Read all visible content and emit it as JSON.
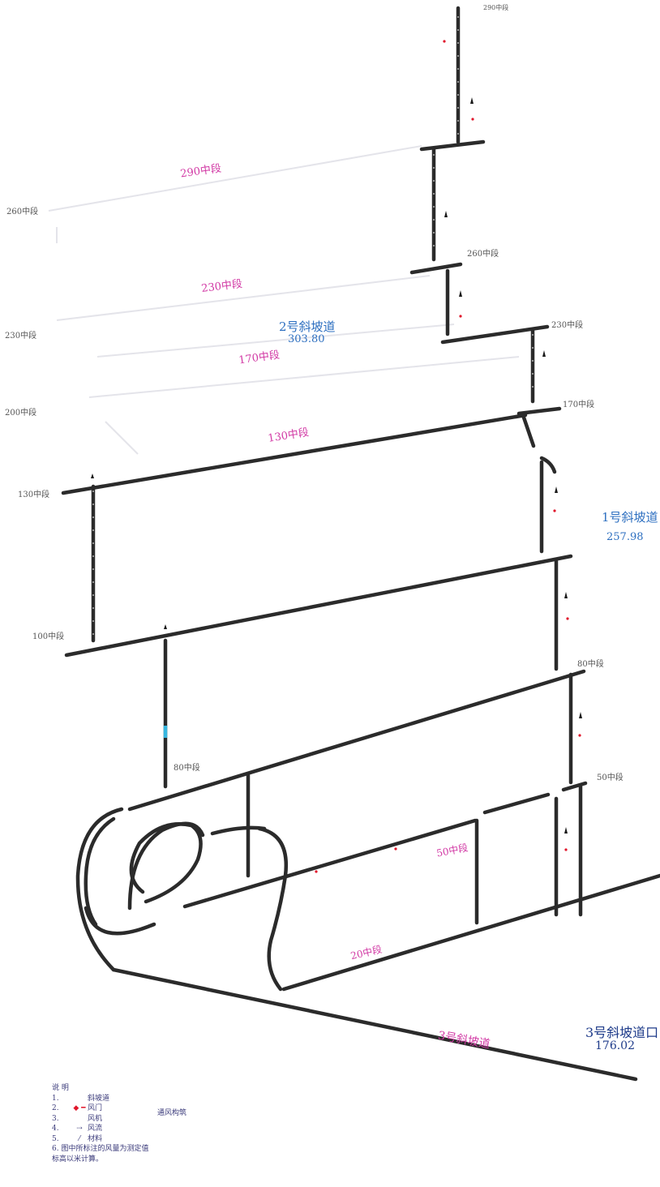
{
  "levels": {
    "l290_top": "290中段",
    "l290_left": "290中段",
    "l260": "260中段",
    "l260_mid": "260中段",
    "l230_left": "230中段",
    "l230_mid": "230中段",
    "l230_right": "230中段",
    "l200_left": "200中段",
    "l170_right": "170中段",
    "l170_mid": "170中段",
    "l130_left": "130中段",
    "l130_mid": "130中段",
    "l100_left": "100中段",
    "l080_mid": "80中段",
    "l080_right": "80中段",
    "l050_right": "50中段",
    "l050_mid": "50中段",
    "l020_mid": "20中段"
  },
  "ramps": {
    "ramp2_name": "2号斜坡道",
    "ramp2_value": "303.80",
    "ramp1_name": "1号斜坡道",
    "ramp1_value": "257.98",
    "ramp3_line_label": "3号斜坡道",
    "ramp3_portal_name": "3号斜坡道口",
    "ramp3_portal_value": "176.02"
  },
  "legend": {
    "title": "说 明",
    "items": [
      {
        "n": "1.",
        "sym": "",
        "text": "斜坡道"
      },
      {
        "n": "2.",
        "sym": "◆ ━",
        "text": "风门"
      },
      {
        "n": "3.",
        "sym": "",
        "text": "风机"
      },
      {
        "n": "4.",
        "sym": "⇢",
        "text": "风流"
      },
      {
        "n": "5.",
        "sym": "⁄",
        "text": "材料"
      }
    ],
    "bracket_label": "通风构筑",
    "note_1": "6. 图中所标注的风量为测定值",
    "note_2": "标高以米计算。"
  },
  "colors": {
    "tunnel": "#2b2b2b",
    "magenta": "#d23aa5",
    "blue": "#2d6fc0",
    "dark_blue": "#1e3b8a",
    "marker": "#e0162b"
  }
}
